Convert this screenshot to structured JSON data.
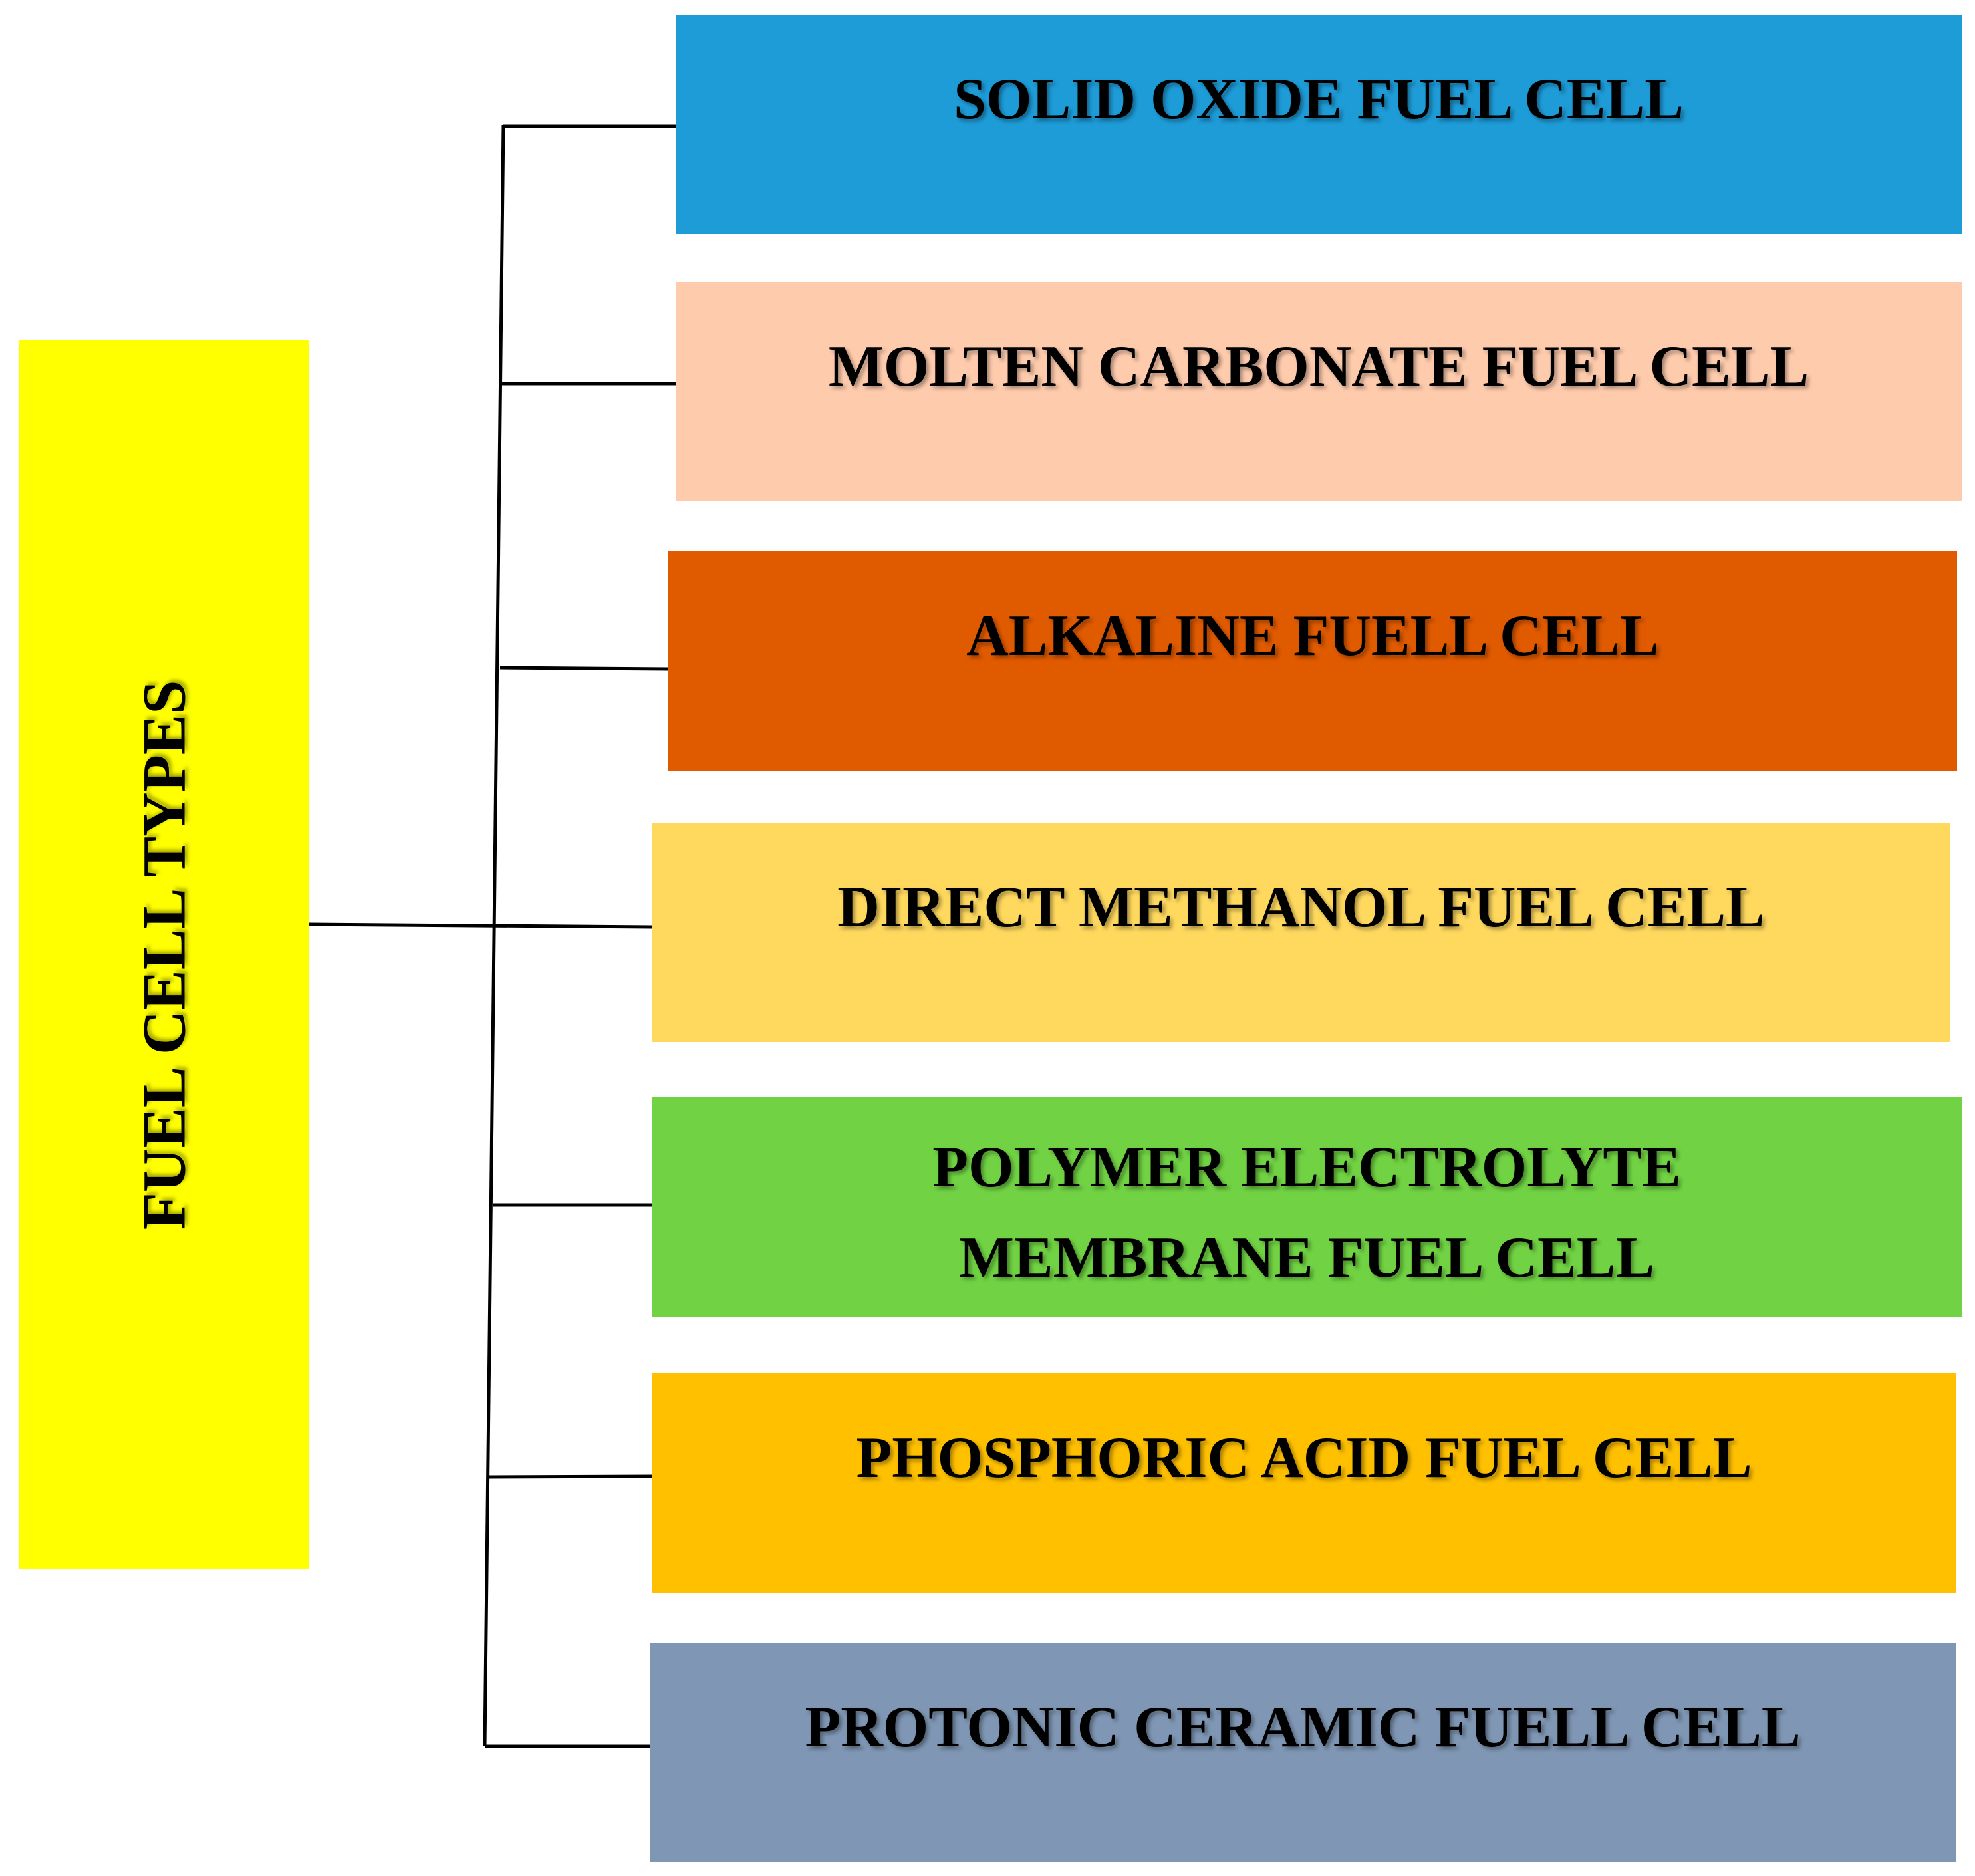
{
  "root": {
    "label": "FUEL CELL TYPES",
    "color": "#FFFF00"
  },
  "types": [
    {
      "label": "SOLID OXIDE FUEL CELL",
      "color": "#1E9CD8"
    },
    {
      "label": "MOLTEN CARBONATE FUEL CELL",
      "color": "#FECBAD"
    },
    {
      "label": "ALKALINE FUELL CELL",
      "color": "#E05A00"
    },
    {
      "label": "DIRECT METHANOL FUEL CELL",
      "color": "#FFD95E"
    },
    {
      "label": "POLYMER ELECTROLYTE\nMEMBRANE FUEL CELL",
      "color": "#71D343"
    },
    {
      "label": "PHOSPHORIC ACID FUEL CELL",
      "color": "#FFC000"
    },
    {
      "label": "PROTONIC CERAMIC FUELL CELL",
      "color": "#7F97B4"
    }
  ],
  "connector_color": "#000000"
}
